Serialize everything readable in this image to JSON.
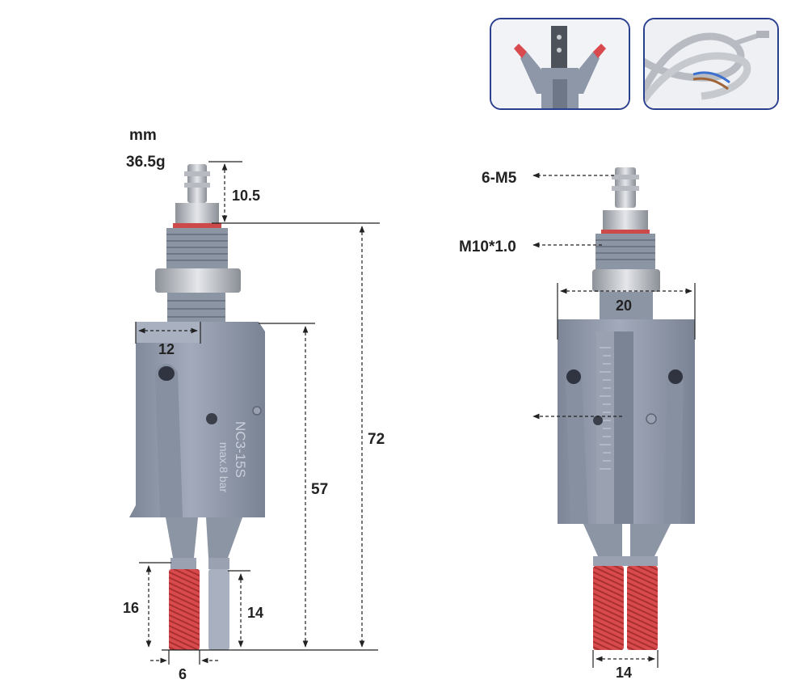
{
  "header": {
    "unit": "mm",
    "weight": "36.5g"
  },
  "product": {
    "model": "NC3-15S",
    "pressure": "max.8 bar"
  },
  "left_view": {
    "dims": {
      "fitting_height": "10.5",
      "total_height": "72",
      "body_height": "57",
      "body_width": "12",
      "pad_height": "16",
      "jaw_height": "14",
      "jaw_width": "6"
    }
  },
  "right_view": {
    "callouts": {
      "port_thread": "6-M5",
      "mount_thread": "M10*1.0"
    },
    "dims": {
      "body_width": "20",
      "jaw_span": "14"
    }
  },
  "thumbnails": [
    {
      "name": "gripper-open-thumbnail"
    },
    {
      "name": "sensor-cable-thumbnail"
    }
  ],
  "colors": {
    "body": "#8e97a8",
    "body_dark": "#6e7787",
    "pad": "#d84a4e",
    "steel": "#c8ccd2",
    "frame": "#2b3f8f"
  }
}
